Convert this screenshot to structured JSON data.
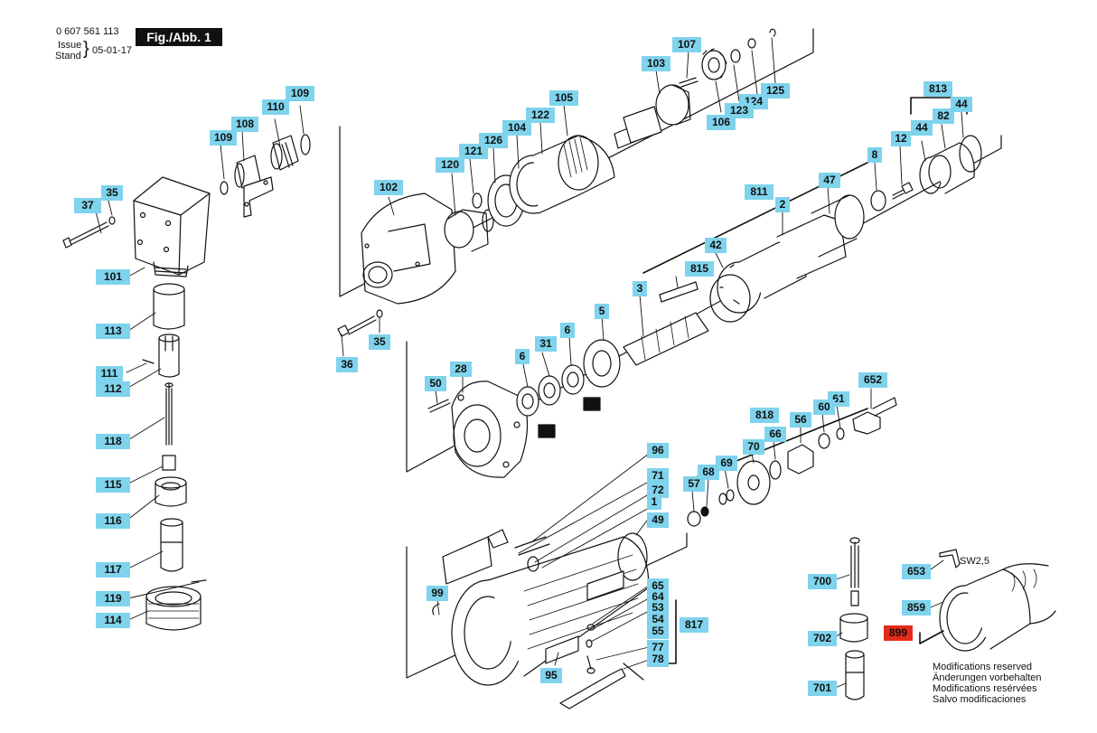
{
  "header": {
    "part_number": "0 607 561 113",
    "issue_label": "Issue",
    "stand_label": "Stand",
    "date": "05-01-17",
    "figure": "Fig./Abb. 1"
  },
  "tool_label": "SW2,5",
  "notes": [
    "Modifications reserved",
    "Änderungen vorbehalten",
    "Modifications resérvées",
    "Salvo modificaciones"
  ],
  "highlight_color": "#e52c1a",
  "callout_color": "#7fd3ec",
  "callouts": [
    {
      "id": "37",
      "label": "37"
    },
    {
      "id": "35a",
      "label": "35"
    },
    {
      "id": "109a",
      "label": "109"
    },
    {
      "id": "108",
      "label": "108"
    },
    {
      "id": "110",
      "label": "110"
    },
    {
      "id": "109b",
      "label": "109"
    },
    {
      "id": "101",
      "label": "101"
    },
    {
      "id": "113",
      "label": "113"
    },
    {
      "id": "111",
      "label": "111"
    },
    {
      "id": "112",
      "label": "112"
    },
    {
      "id": "118",
      "label": "118"
    },
    {
      "id": "115",
      "label": "115"
    },
    {
      "id": "116",
      "label": "116"
    },
    {
      "id": "117",
      "label": "117"
    },
    {
      "id": "119",
      "label": "119"
    },
    {
      "id": "114",
      "label": "114"
    },
    {
      "id": "107",
      "label": "107"
    },
    {
      "id": "103",
      "label": "103"
    },
    {
      "id": "125",
      "label": "125"
    },
    {
      "id": "124",
      "label": "124"
    },
    {
      "id": "123",
      "label": "123"
    },
    {
      "id": "106",
      "label": "106"
    },
    {
      "id": "105",
      "label": "105"
    },
    {
      "id": "122",
      "label": "122"
    },
    {
      "id": "104",
      "label": "104"
    },
    {
      "id": "126",
      "label": "126"
    },
    {
      "id": "121",
      "label": "121"
    },
    {
      "id": "120",
      "label": "120"
    },
    {
      "id": "102",
      "label": "102"
    },
    {
      "id": "35b",
      "label": "35"
    },
    {
      "id": "36",
      "label": "36"
    },
    {
      "id": "813",
      "label": "813"
    },
    {
      "id": "82",
      "label": "82"
    },
    {
      "id": "44a",
      "label": "44"
    },
    {
      "id": "44b",
      "label": "44"
    },
    {
      "id": "12",
      "label": "12"
    },
    {
      "id": "8",
      "label": "8"
    },
    {
      "id": "811",
      "label": "811"
    },
    {
      "id": "47",
      "label": "47"
    },
    {
      "id": "2",
      "label": "2"
    },
    {
      "id": "42",
      "label": "42"
    },
    {
      "id": "815",
      "label": "815"
    },
    {
      "id": "3",
      "label": "3"
    },
    {
      "id": "6a",
      "label": "6"
    },
    {
      "id": "5",
      "label": "5"
    },
    {
      "id": "6b",
      "label": "6"
    },
    {
      "id": "31",
      "label": "31"
    },
    {
      "id": "28",
      "label": "28"
    },
    {
      "id": "50",
      "label": "50"
    },
    {
      "id": "652",
      "label": "652"
    },
    {
      "id": "61",
      "label": "61"
    },
    {
      "id": "818",
      "label": "818"
    },
    {
      "id": "60",
      "label": "60"
    },
    {
      "id": "56",
      "label": "56"
    },
    {
      "id": "66",
      "label": "66"
    },
    {
      "id": "70",
      "label": "70"
    },
    {
      "id": "69",
      "label": "69"
    },
    {
      "id": "68",
      "label": "68"
    },
    {
      "id": "57",
      "label": "57"
    },
    {
      "id": "96",
      "label": "96"
    },
    {
      "id": "71",
      "label": "71"
    },
    {
      "id": "72",
      "label": "72"
    },
    {
      "id": "1",
      "label": "1"
    },
    {
      "id": "49",
      "label": "49"
    },
    {
      "id": "99",
      "label": "99"
    },
    {
      "id": "65",
      "label": "65"
    },
    {
      "id": "64",
      "label": "64"
    },
    {
      "id": "53",
      "label": "53"
    },
    {
      "id": "54",
      "label": "54"
    },
    {
      "id": "55",
      "label": "55"
    },
    {
      "id": "817",
      "label": "817"
    },
    {
      "id": "77",
      "label": "77"
    },
    {
      "id": "78",
      "label": "78"
    },
    {
      "id": "95",
      "label": "95"
    },
    {
      "id": "700",
      "label": "700"
    },
    {
      "id": "702",
      "label": "702"
    },
    {
      "id": "701",
      "label": "701"
    },
    {
      "id": "653",
      "label": "653"
    },
    {
      "id": "859",
      "label": "859"
    },
    {
      "id": "899",
      "label": "899",
      "highlight": true
    }
  ]
}
